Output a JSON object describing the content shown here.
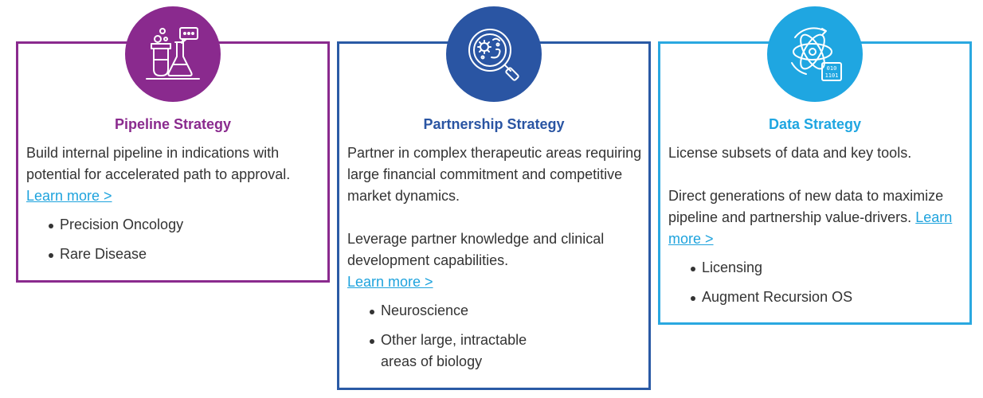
{
  "colors": {
    "pipeline": "#8a2a8e",
    "partnership": "#2a55a3",
    "data": "#1fa6e1",
    "link": "#1ea3dd",
    "text": "#333333"
  },
  "cards": [
    {
      "icon": "lab-flask-icon",
      "title": "Pipeline Strategy",
      "paragraphs": [
        "Build internal pipeline in indications with potential for accelerated path to approval."
      ],
      "link": "Learn more >",
      "bullets": [
        "Precision Oncology",
        "Rare Disease"
      ]
    },
    {
      "icon": "microscope-magnifier-icon",
      "title": "Partnership Strategy",
      "paragraphs": [
        "Partner in complex therapeutic areas requiring large financial commitment and competitive market dynamics.",
        "Leverage partner knowledge and clinical development capabilities."
      ],
      "link": "Learn more >",
      "bullets": [
        "Neuroscience",
        "Other large, intractable areas of biology"
      ]
    },
    {
      "icon": "atom-data-icon",
      "title": "Data Strategy",
      "paragraphs": [
        "License subsets of data and key tools.",
        "Direct generations of new data to maximize pipeline and partnership value-drivers."
      ],
      "link": "Learn more >",
      "bullets": [
        "Licensing",
        "Augment Recursion OS"
      ]
    }
  ]
}
